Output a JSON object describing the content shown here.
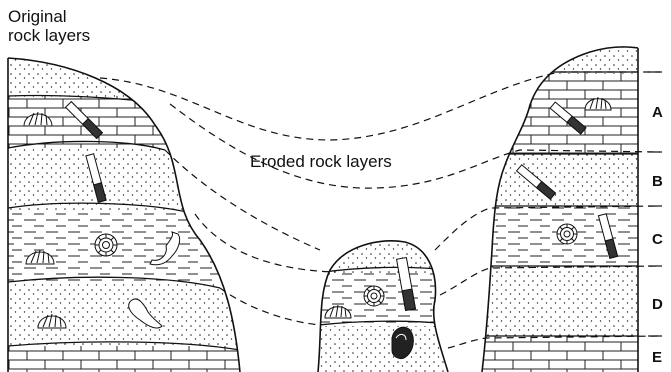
{
  "diagram": {
    "title_line1": "Original",
    "title_line2": "rock layers",
    "center_label": "Eroded rock layers",
    "layer_labels": [
      "A",
      "B",
      "C",
      "D",
      "E"
    ]
  },
  "colors": {
    "ink": "#111111",
    "background": "#ffffff"
  }
}
